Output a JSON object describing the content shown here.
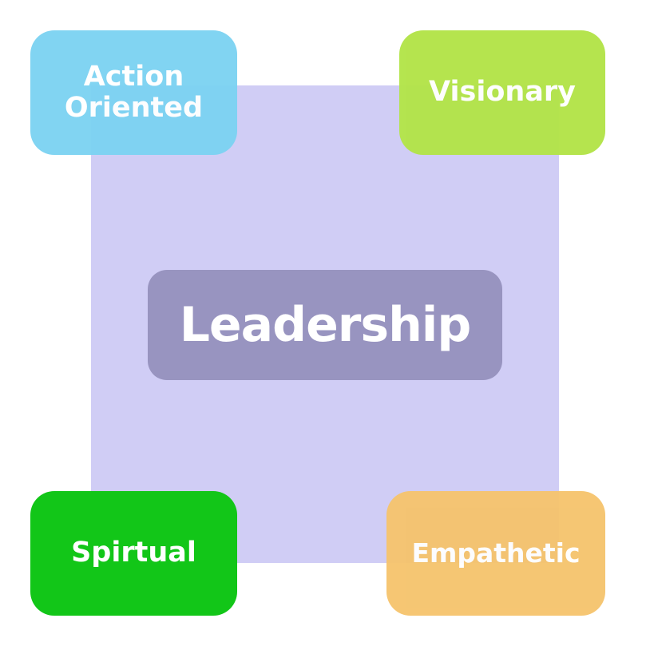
{
  "diagram": {
    "center": {
      "label": "Leadership",
      "square_color": "#d0cdf5",
      "label_color": "#9894c0"
    },
    "corners": [
      {
        "label": "Action\nOriented",
        "color": "#7dd3f2"
      },
      {
        "label": "Visionary",
        "color": "#b3e449"
      },
      {
        "label": "Spirtual",
        "color": "#12c618"
      },
      {
        "label": "Empathetic",
        "color": "#f5c36c"
      }
    ]
  }
}
